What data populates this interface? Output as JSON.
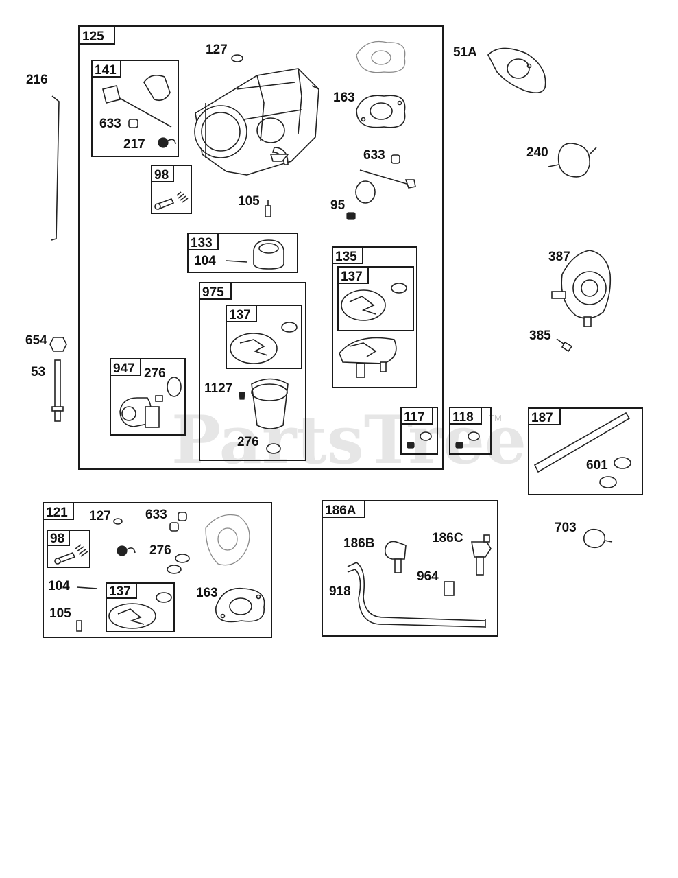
{
  "watermark": {
    "text": "PartsTree",
    "trademark": "TM"
  },
  "groups": {
    "g125": "125",
    "g141": "141",
    "g98a": "98",
    "g133": "133",
    "g975": "975",
    "g137a": "137",
    "g135": "135",
    "g137b": "137",
    "g947": "947",
    "g117": "117",
    "g118": "118",
    "g187": "187",
    "g121": "121",
    "g98b": "98",
    "g137c": "137",
    "g186a": "186A"
  },
  "labels": {
    "l127a": "127",
    "l216": "216",
    "l633a": "633",
    "l217": "217",
    "l163a": "163",
    "l633b": "633",
    "l105a": "105",
    "l95": "95",
    "l104a": "104",
    "l1127": "1127",
    "l276a": "276",
    "l276b": "276",
    "l51a": "51A",
    "l240": "240",
    "l387": "387",
    "l385": "385",
    "l654": "654",
    "l53": "53",
    "l601": "601",
    "l703": "703",
    "l127b": "127",
    "l633c": "633",
    "l276c": "276",
    "l104b": "104",
    "l105b": "105",
    "l163b": "163",
    "l186b": "186B",
    "l186c": "186C",
    "l964": "964",
    "l918": "918"
  }
}
